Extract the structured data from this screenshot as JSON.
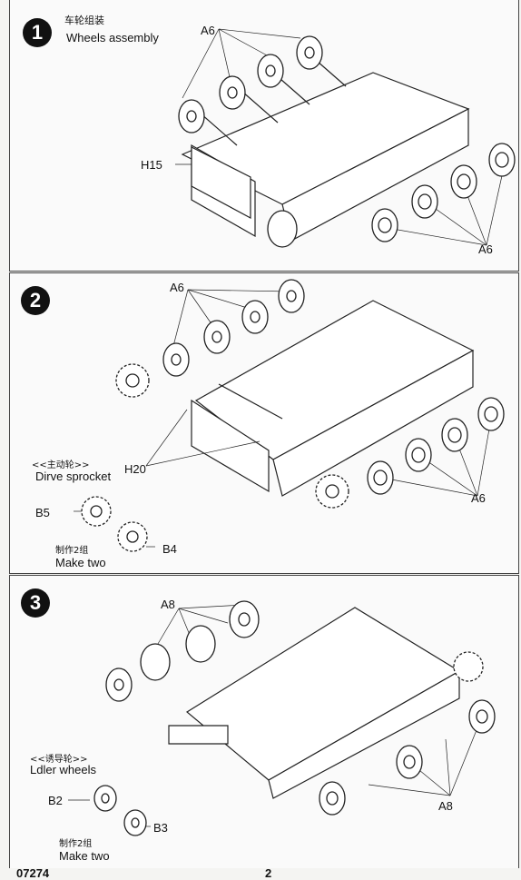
{
  "steps": [
    {
      "number": "1",
      "title_cn": "车轮组装",
      "title_en": "Wheels assembly",
      "labels": {
        "a6_top": "A6",
        "h15": "H15",
        "a6_bottom": "A6"
      }
    },
    {
      "number": "2",
      "labels": {
        "a6_top": "A6",
        "h20": "H20",
        "a6_bottom": "A6",
        "b5": "B5",
        "b4": "B4"
      },
      "sub_cn": "<<主动轮>>",
      "sub_en": "Dirve sprocket",
      "make_two_cn": "制作2组",
      "make_two_en": "Make two"
    },
    {
      "number": "3",
      "labels": {
        "a8_top": "A8",
        "a8_bottom": "A8",
        "b2": "B2",
        "b3": "B3"
      },
      "sub_cn": "<<诱导轮>>",
      "sub_en": "Ldler wheels",
      "make_two_cn": "制作2组",
      "make_two_en": "Make two"
    }
  ],
  "footer": {
    "code": "07274",
    "page": "2"
  }
}
